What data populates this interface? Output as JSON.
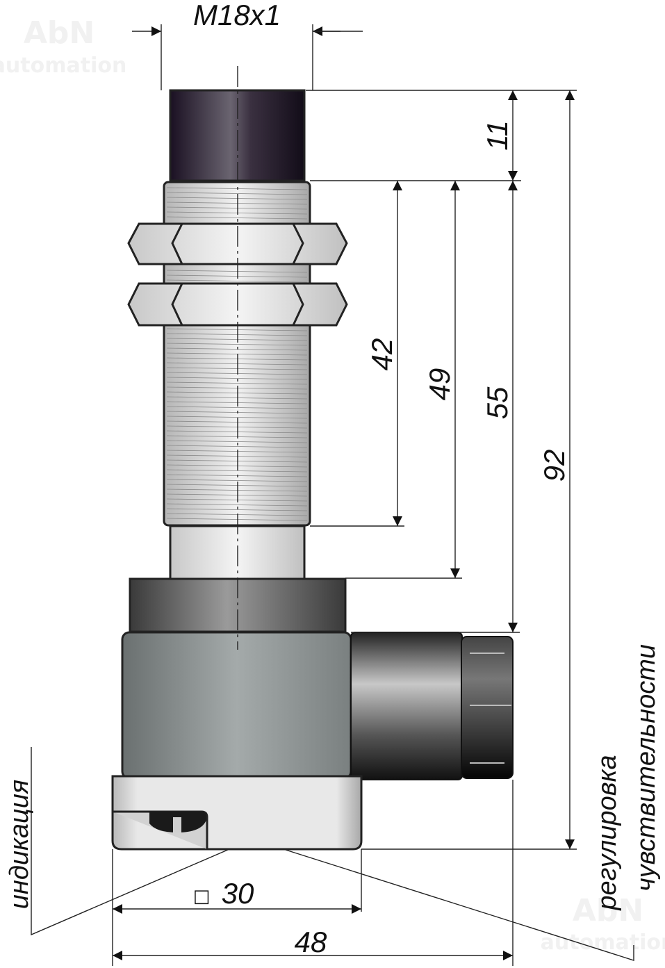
{
  "watermark": {
    "brand": "AbN",
    "sub": "automation"
  },
  "dimensions": {
    "thread": "M18x1",
    "cap_length": "11",
    "thread_length": "42",
    "body_length": "49",
    "to_housing": "55",
    "total_length": "92",
    "square_symbol": "□",
    "housing_square": "30",
    "total_width": "48"
  },
  "labels": {
    "indication": "индикация",
    "sensitivity_line1": "регулировка",
    "sensitivity_line2": "чувствительности"
  },
  "colors": {
    "cap": "#1c1426",
    "housing": "#8e9494",
    "plate": "#e4e4e4",
    "gland_nut": "#111111"
  }
}
